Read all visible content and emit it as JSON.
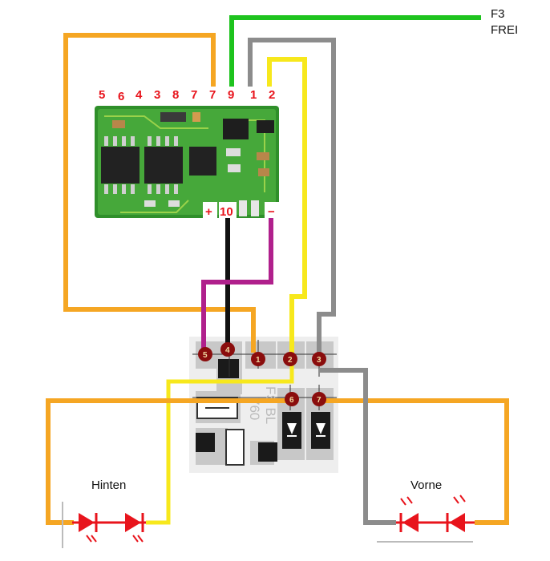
{
  "labels": {
    "f3": "F3",
    "frei": "FREI",
    "hinten": "Hinten",
    "vorne": "Vorne",
    "board_text_1": "FS BL",
    "board_text_2": "760"
  },
  "decoder_pins_top": [
    "5",
    "6",
    "4",
    "3",
    "8",
    "7",
    "7",
    "9",
    "1",
    "2"
  ],
  "decoder_pins_bottom": [
    "+",
    "10",
    "−"
  ],
  "light_board_pads": [
    "5",
    "4",
    "1",
    "2",
    "3",
    "6",
    "7"
  ],
  "wire_colors": {
    "orange": "#f5a623",
    "green": "#1ec31e",
    "gray": "#8c8c8c",
    "yellow": "#f7e81c",
    "black": "#111111",
    "magenta": "#b0208c",
    "red": "#e8141c"
  }
}
